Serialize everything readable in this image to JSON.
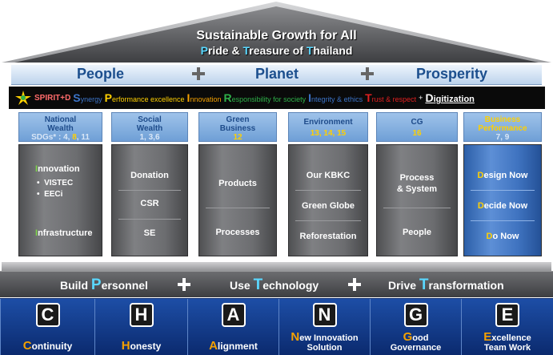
{
  "roof": {
    "title": "Sustainable Growth for All",
    "subtitle_parts": [
      "P",
      "ride & ",
      "T",
      "reasure of ",
      "T",
      "hailand"
    ]
  },
  "ppp": [
    "People",
    "Planet",
    "Prosperity"
  ],
  "spirit": {
    "logo": "SPIRIT+D",
    "values": [
      {
        "initial": "S",
        "rest": "ynergy",
        "color": "#3c74c8"
      },
      {
        "initial": "P",
        "rest": "erformance excellence",
        "color": "#ffd000"
      },
      {
        "initial": "I",
        "rest": "nnovation",
        "color": "#f5a100"
      },
      {
        "initial": "R",
        "rest": "esponsibility for society",
        "color": "#2fb14a"
      },
      {
        "initial": "I",
        "rest": "ntegrity & ethics",
        "color": "#3c74c8"
      },
      {
        "initial": "T",
        "rest": "rust & respect",
        "color": "#e02020"
      }
    ],
    "plus": "+",
    "digit_initial": "D",
    "digit_rest": "igitization"
  },
  "pillars": [
    {
      "cap1": "National",
      "cap2": "Wealth",
      "sdg_label": "SDGs* : ",
      "sdgs": [
        {
          "n": "4",
          "c": "#d8e6f6"
        },
        {
          "n": ", ",
          "c": "#d8e6f6"
        },
        {
          "n": "8",
          "c": "#ffd000"
        },
        {
          "n": ", 11",
          "c": "#d8e6f6"
        }
      ]
    },
    {
      "cap1": "Social",
      "cap2": "Wealth",
      "sdg_text": "1, 3,6"
    },
    {
      "cap1": "Green",
      "cap2": "Business",
      "sdg_text": "12"
    },
    {
      "cap1": "Environment",
      "cap2": "",
      "sdg_text": "13, 14, 15"
    },
    {
      "cap1": "CG",
      "cap2": "",
      "sdg_text": "16"
    },
    {
      "cap1": "Business",
      "cap2": "Performance",
      "sdg_text": "7, 9"
    }
  ],
  "shafts": {
    "p1": {
      "innovation_initial": "I",
      "innovation_rest": "nnovation",
      "bullet1": "VISTEC",
      "bullet2": "EECi",
      "infra_initial": "I",
      "infra_rest": "nfrastructure"
    },
    "p2": [
      "Donation",
      "CSR",
      "SE"
    ],
    "p3": [
      "Products",
      "Processes"
    ],
    "p4": [
      "Our KBKC",
      "Green Globe",
      "Reforestation"
    ],
    "p5": [
      "Process",
      "& System",
      "People"
    ],
    "p6": [
      {
        "initial": "D",
        "rest": "esign Now"
      },
      {
        "initial": "D",
        "rest": "ecide Now"
      },
      {
        "initial": "D",
        "rest": "o Now"
      }
    ]
  },
  "base": [
    {
      "pre": "Build ",
      "initial": "P",
      "rest": "ersonnel"
    },
    {
      "pre": "Use ",
      "initial": "T",
      "rest": "echnology"
    },
    {
      "pre": "Drive ",
      "initial": "T",
      "rest": "ransformation"
    }
  ],
  "chaage": [
    {
      "letter": "C",
      "initial": "C",
      "rest": "ontinuity",
      "rest2": ""
    },
    {
      "letter": "H",
      "initial": "H",
      "rest": "onesty",
      "rest2": ""
    },
    {
      "letter": "A",
      "initial": "A",
      "rest": "lignment",
      "rest2": ""
    },
    {
      "letter": "N",
      "initial": "N",
      "rest": "ew Innovation",
      "rest2": "Solution"
    },
    {
      "letter": "G",
      "initial": "G",
      "rest": "ood",
      "rest2": "Governance"
    },
    {
      "letter": "E",
      "initial": "E",
      "rest": "xcellence",
      "rest2": "Team Work"
    }
  ]
}
